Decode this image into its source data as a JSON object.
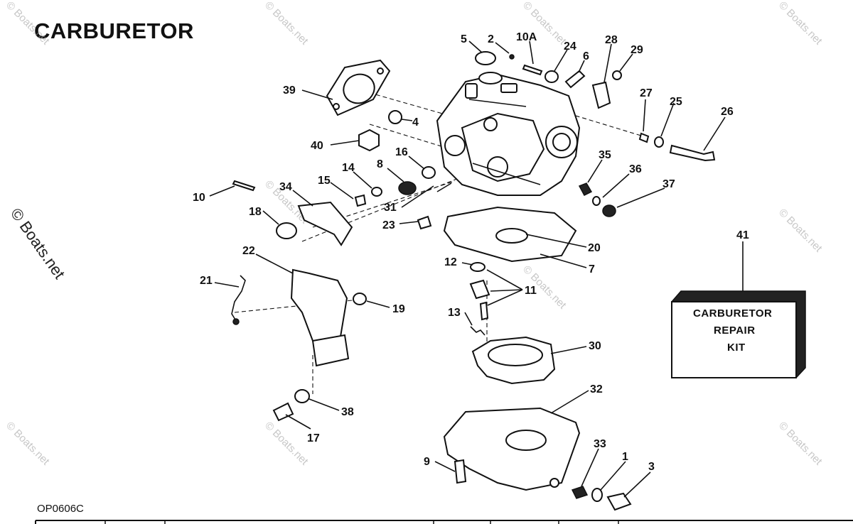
{
  "diagram": {
    "title": "CARBURETOR",
    "code": "OP0606C",
    "watermark": "© Boats.net",
    "kit": {
      "line1": "CARBURETOR",
      "line2": "REPAIR",
      "line3": "KIT",
      "number": "41"
    },
    "callouts": [
      "5",
      "2",
      "10A",
      "24",
      "6",
      "28",
      "29",
      "39",
      "4",
      "27",
      "25",
      "26",
      "40",
      "16",
      "8",
      "14",
      "35",
      "36",
      "15",
      "10",
      "34",
      "37",
      "31",
      "18",
      "23",
      "20",
      "7",
      "22",
      "12",
      "11",
      "21",
      "19",
      "13",
      "30",
      "32",
      "38",
      "17",
      "33",
      "1",
      "9",
      "3"
    ]
  }
}
